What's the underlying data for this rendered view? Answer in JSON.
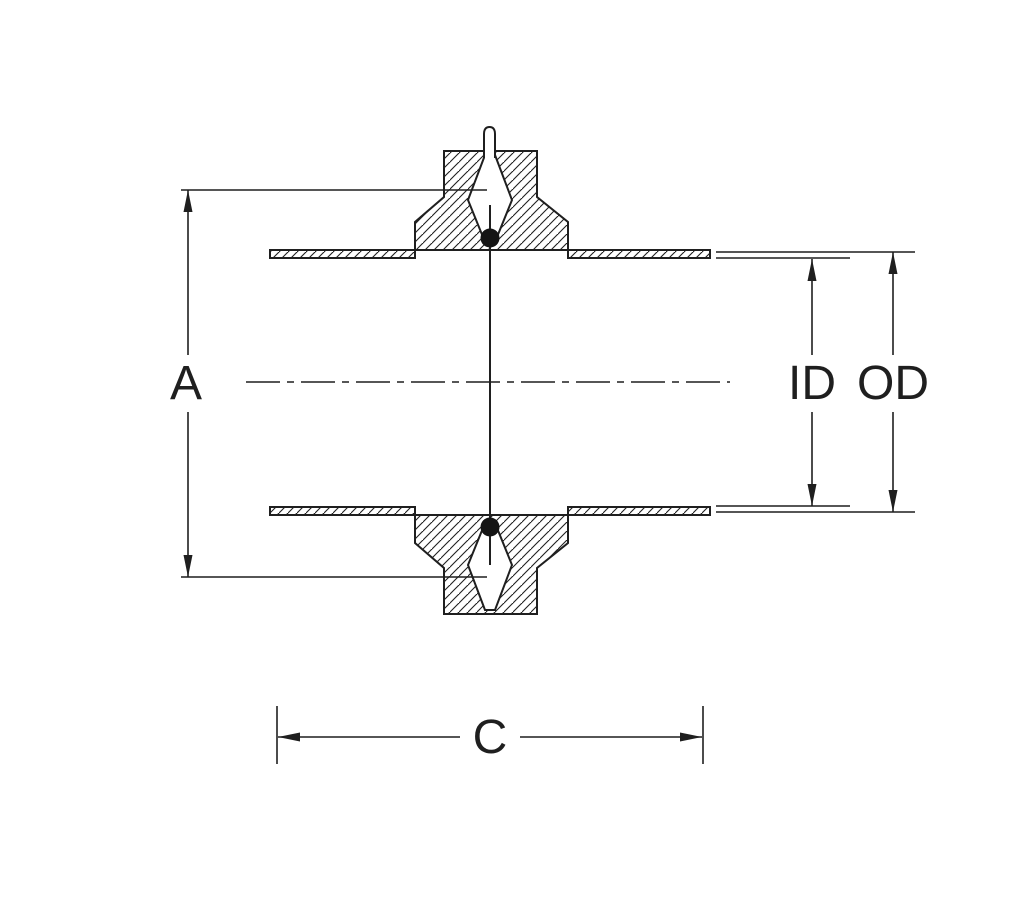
{
  "drawing": {
    "labels": {
      "overall_height": "A",
      "inner_diameter": "ID",
      "outer_diameter": "OD",
      "overall_length": "C"
    },
    "colors": {
      "line": "#1f1f1f",
      "gasket": "#141414",
      "background": "#ffffff"
    }
  }
}
